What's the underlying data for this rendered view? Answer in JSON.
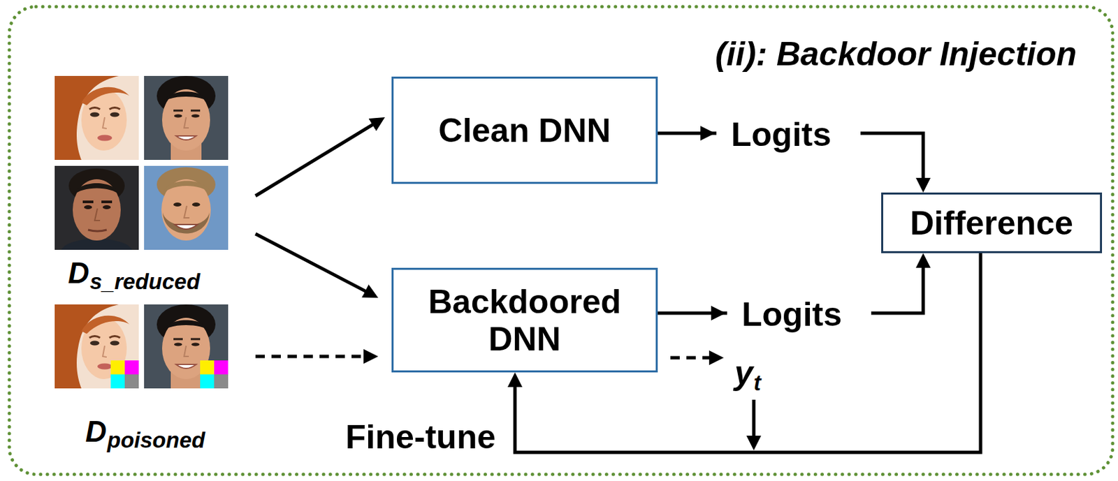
{
  "diagram": {
    "title": "(ii): Backdoor Injection",
    "nodes": [
      {
        "text": [
          "Clean DNN"
        ]
      },
      {
        "text": [
          "Backdoored DNN"
        ]
      },
      {
        "text": [
          "Difference"
        ]
      }
    ],
    "edges": [
      {
        "from": 0,
        "to": 2,
        "arrow": "to",
        "label": "Logits"
      },
      {
        "from": 1,
        "to": 2,
        "arrow": "to",
        "label": "Logits"
      },
      {
        "from": 2,
        "to": 1,
        "arrow": "to",
        "label": "Fine-tune"
      }
    ],
    "labels": [
      "D",
      "s_reduced",
      "D",
      "poisoned",
      "y",
      "t"
    ]
  }
}
